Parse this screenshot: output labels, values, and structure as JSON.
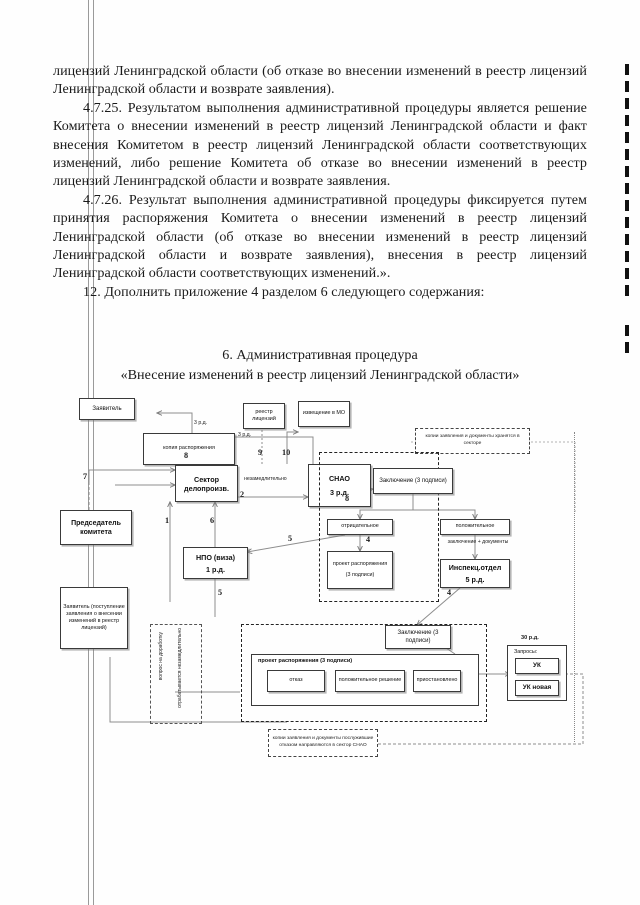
{
  "document": {
    "paragraphs": [
      "лицензий Ленинградской области (об отказе во внесении изменений в реестр лицензий Ленинградской области и возврате заявления).",
      "4.7.25. Результатом выполнения административной процедуры является решение Комитета о внесении изменений в реестр лицензий Ленинградской области и факт внесения Комитетом в реестр лицензий Ленинградской области соответствующих изменений, либо решение Комитета об отказе во внесении изменений в реестр лицензий Ленинградской области и возврате заявления.",
      "4.7.26. Результат выполнения административной процедуры фиксируется путем принятия распоряжения Комитета о внесении изменений в реестр лицензий Ленинградской области (об отказе во внесении изменений в реестр лицензий Ленинградской области и возврате заявления), внесения в реестр лицензий Ленинградской области соответствующих изменений.».",
      "12. Дополнить приложение 4 разделом 6 следующего содержания:"
    ],
    "heading_line1": "6. Административная процедура",
    "heading_line2": "«Внесение изменений в реестр лицензий Ленинградской области»"
  },
  "diagram": {
    "nodes": {
      "applicant_top": "Заявитель",
      "copy_order": "копия распоряжения",
      "registry": "реестр лицензий",
      "notice_mo": "извещение в МО",
      "sector": "Сектор делопроизв.",
      "snao_name": "СНАО",
      "snao_days": "3 р.д.",
      "chairman": "Председатель комитета",
      "conclusion_top": "Заключение (3 подписи)",
      "negative": "отрицательное",
      "positive": "положительное",
      "draft_order_mid": "проект распоряжения",
      "draft_order_mid_sub": "(3 подписи)",
      "npo_name": "НПО (виза)",
      "npo_days": "1 р.д.",
      "inspection_name": "Инспекц.отдел",
      "inspection_days": "5 р.д.",
      "applicant_bottom": "Заявитель (поступление заявления о внесении изменений в реестр лицензий)",
      "conclusion_bottom": "Заключение (3 подписи)",
      "draft_order_big": "проект распоряжения (3 подписи)",
      "refusal": "отказ",
      "positive_decision": "положительное решение",
      "suspended": "приостановлено",
      "requests_title": "Запросы:",
      "uk": "УК",
      "uk_new": "УК новая"
    },
    "notes": {
      "copies_stored": "копии заявления и документы хранятся в секторе",
      "copies_refusal": "копии заявления и документы послужившие отказом направляются в сектор СНАО"
    },
    "edge_labels": {
      "days_3_top": "3 р.д.",
      "days_3_mid": "3 р.д.",
      "immediately": "незамедлительно",
      "conclusion_docs": "заключение + документы",
      "days_30": "30 р.д.",
      "n1": "1",
      "n2": "2",
      "n4a": "4",
      "n4b": "4",
      "n5a": "5",
      "n5b": "5",
      "n6": "6",
      "n7": "7",
      "n8a": "8",
      "n8b": "8",
      "n9": "9",
      "n10": "10"
    },
    "vertical_labels": {
      "v1": "вопрос на доработку",
      "v2": "отрабатывается незамедлительно"
    }
  }
}
